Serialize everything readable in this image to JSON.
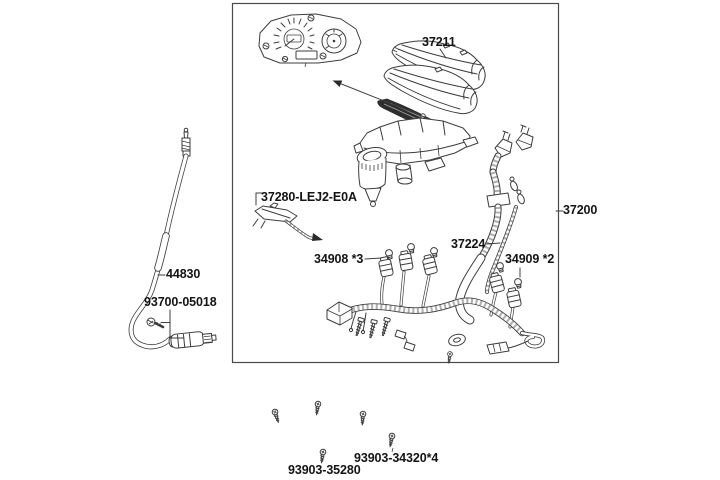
{
  "diagram": {
    "background": "#ffffff",
    "line_color": "#3d3d3d",
    "labels": {
      "meter_cover": "37211",
      "sensor": "37280-LEJ2-E0A",
      "meter_assembly": "37200",
      "meter_sub_cable": "37224",
      "bulbs_left": "34908 *3",
      "bulbs_right": "34909 *2",
      "speedometer_cable": "44830",
      "cable_screw": "93700-05018",
      "tapping_screws": "93903-34320*4",
      "tapping_screw_single": "93903-35280"
    }
  }
}
